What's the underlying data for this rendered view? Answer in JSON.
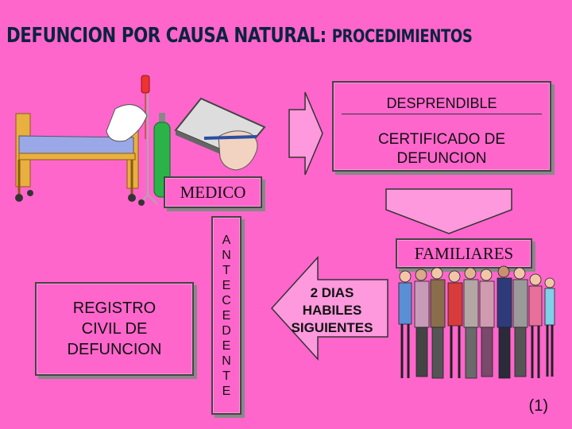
{
  "title": {
    "main": "DEFUNCION POR CAUSA NATURAL:",
    "sub": "PROCEDIMIENTOS"
  },
  "certificate": {
    "line1": "DESPRENDIBLE",
    "line2": "CERTIFICADO DE",
    "line3": "DEFUNCION"
  },
  "medico": "MEDICO",
  "familiares": "FAMILIARES",
  "arrow_text": {
    "line1": "2 DIAS",
    "line2": "HABILES",
    "line3": "SIGUIENTES"
  },
  "registro": {
    "line1": "REGISTRO",
    "line2": "CIVIL DE",
    "line3": "DEFUNCION"
  },
  "antecedente_letters": [
    "A",
    "N",
    "T",
    "E",
    "C",
    "E",
    "D",
    "E",
    "N",
    "T",
    "E"
  ],
  "footnote": "(1)",
  "colors": {
    "background": "#ff66cc",
    "arrow_fill": "#ff99dd",
    "title": "#0c2340"
  },
  "icons": [
    "hospital-bed-icon",
    "iv-stand-icon",
    "oxygen-tank-icon",
    "clipboard-hand-pen-icon",
    "family-group-icon"
  ]
}
